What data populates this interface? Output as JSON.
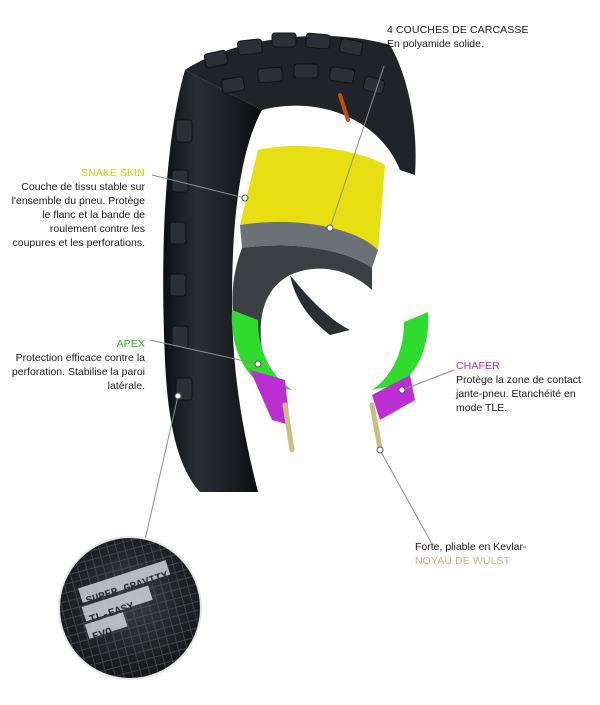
{
  "colors": {
    "snake_skin": "#e8df13",
    "apex": "#2fdb2f",
    "chafer": "#bb2fd2",
    "bead": "#cbbf80",
    "tire_dark": "#1c1f24",
    "carcass": "#3c3f44"
  },
  "labels": {
    "carcass": {
      "title": "4 COUCHES DE CARCASSE",
      "text": "En polyamide solide."
    },
    "snake_skin": {
      "title": "SNAKE SKIN",
      "text": "Couche de tissu stable sur l'ensemble du pneu. Protège le flanc et la bande de roulement contre les coupures et les perforations."
    },
    "apex": {
      "title": "APEX",
      "text": "Protection efficace contre la perforation. Stabilise la paroi latérale."
    },
    "chafer": {
      "title": "CHAFER",
      "text": "Protège la zone de contact jante-pneu. Etanchéité en mode TLE."
    },
    "bead": {
      "text": "Forte, pliable en Kevlar-",
      "title": "NOYAU DE WULST"
    }
  },
  "sidewall_text": [
    "SUPER GRAVITY",
    "TL-EASY",
    "EVO"
  ],
  "icons": [
    "tire-cross-section",
    "sidewall-zoom"
  ]
}
